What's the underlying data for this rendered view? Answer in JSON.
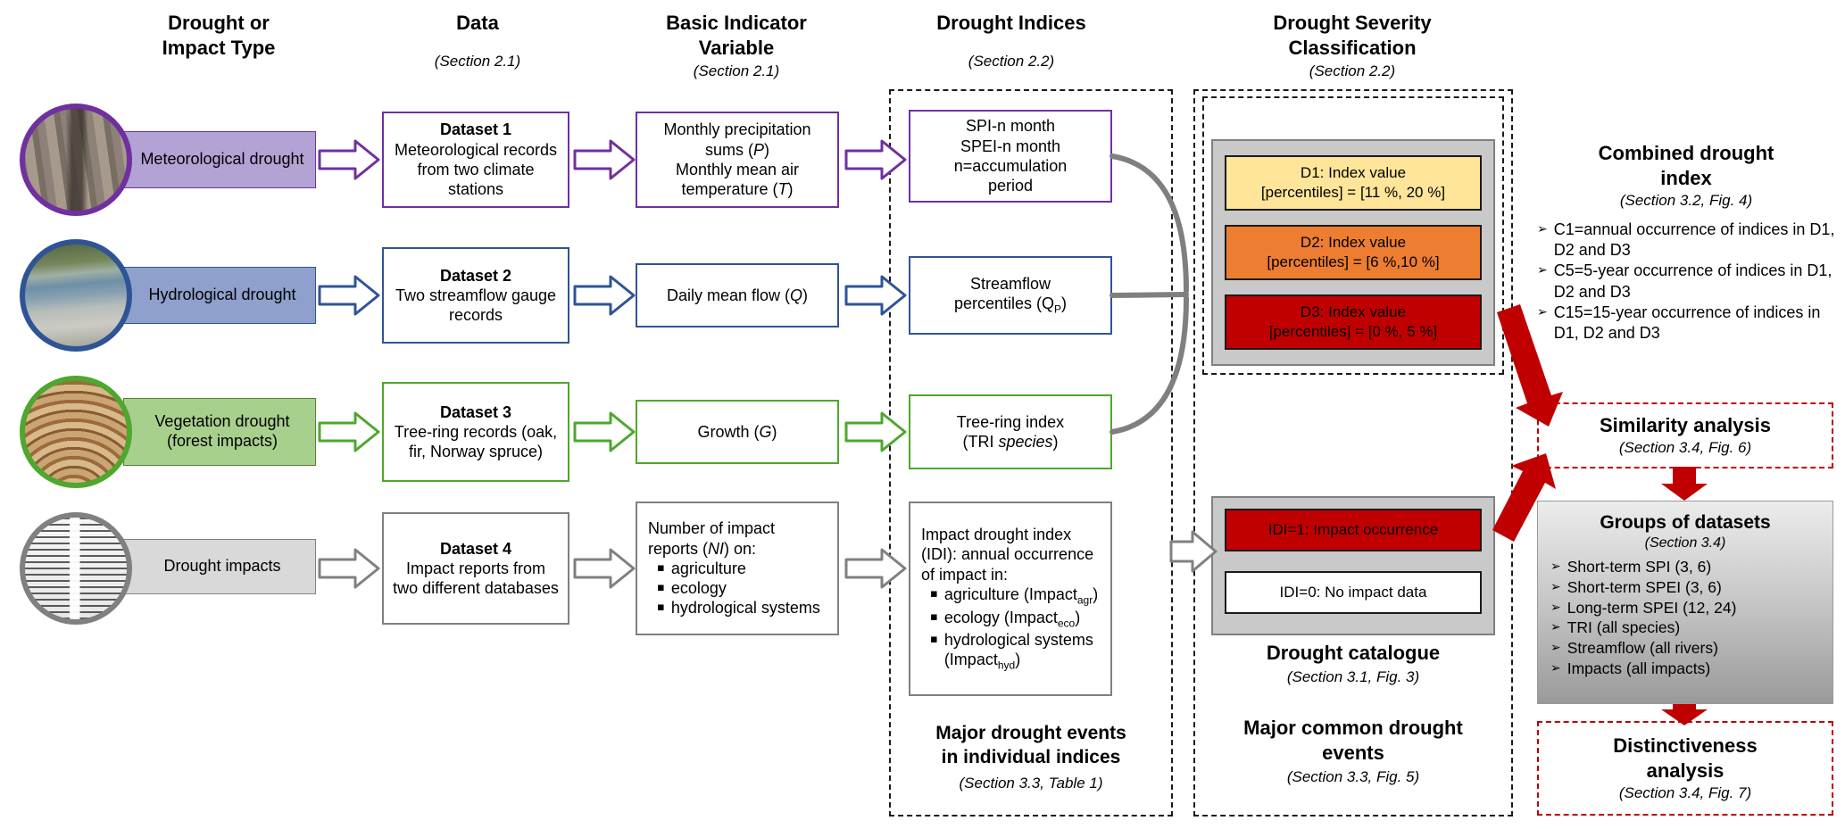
{
  "headers": {
    "col1": {
      "l1": "Drought or",
      "l2": "Impact Type"
    },
    "col2": {
      "l1": "Data",
      "section": "(Section 2.1)"
    },
    "col3": {
      "l1": "Basic Indicator",
      "l2": "Variable",
      "section": "(Section 2.1)"
    },
    "col4": {
      "l1": "Drought Indices",
      "section": "(Section 2.2)"
    },
    "col5": {
      "l1": "Drought Severity",
      "l2": "Classification",
      "section": "(Section 2.2)"
    }
  },
  "rows": [
    {
      "type_label": "Meteorological drought",
      "photo": "cobblestone-street",
      "dataset": {
        "title": "Dataset 1",
        "desc": "Meteorological records from two climate stations"
      },
      "indicator": {
        "line1_pre": "Monthly precipitation sums (",
        "line1_it": "P",
        "line1_post": ")",
        "line2_pre": "Monthly mean air temperature (",
        "line2_it": "T",
        "line2_post": ")"
      },
      "index": {
        "l1": "SPI-n month",
        "l2": "SPEI-n month",
        "l3": "n=accumulation period"
      }
    },
    {
      "type_label": "Hydrological drought",
      "photo": "river-with-stones",
      "dataset": {
        "title": "Dataset 2",
        "desc": "Two streamflow gauge records"
      },
      "indicator": {
        "pre": "Daily mean flow (",
        "it": "Q",
        "post": ")"
      },
      "index": {
        "l1": "Streamflow",
        "l2_pre": "percentiles (Q",
        "l2_sub": "P",
        "l2_post": ")"
      }
    },
    {
      "type_label": "Vegetation drought (forest impacts)",
      "photo": "tree-rings",
      "dataset": {
        "title": "Dataset 3",
        "desc": "Tree-ring records (oak, fir, Norway spruce)"
      },
      "indicator": {
        "pre": "Growth (",
        "it": "G",
        "post": ")"
      },
      "index": {
        "l1": "Tree-ring index",
        "l2_pre": "(TRI ",
        "l2_it": "species",
        "l2_post": ")"
      }
    },
    {
      "type_label": "Drought impacts",
      "photo": "impact-report-text",
      "dataset": {
        "title": "Dataset 4",
        "desc": "Impact reports from two different databases"
      },
      "indicator": {
        "head_pre": "Number of impact reports (",
        "head_it": "NI",
        "head_post": ") on:",
        "bullet": "▪",
        "items": [
          "agriculture",
          "ecology",
          "hydrological systems"
        ]
      },
      "index": {
        "head": "Impact drought index (IDI): annual occurrence of impact in:",
        "bullet": "▪",
        "items": [
          {
            "pre": "agriculture (Impact",
            "sub": "agr",
            "post": ")"
          },
          {
            "pre": "ecology (Impact",
            "sub": "eco",
            "post": ")"
          },
          {
            "pre": "hydrological systems (Impact",
            "sub": "hyd",
            "post": ")"
          }
        ]
      }
    }
  ],
  "indices_panel": {
    "footer_l1": "Major drought events",
    "footer_l2": "in individual indices",
    "footer_section": "(Section 3.3, Table 1)"
  },
  "severity_panel": {
    "d_boxes": [
      {
        "l1": "D1: Index value",
        "l2": "[percentiles] = [11 %, 20 %]"
      },
      {
        "l1": "D2: Index value",
        "l2": "[percentiles] = [6 %,10 %]"
      },
      {
        "l1": "D3: Index value",
        "l2": "[percentiles] = [0 %, 5 %]"
      }
    ],
    "idi1": "IDI=1: Impact occurrence",
    "idi0": "IDI=0: No impact data",
    "catalogue_title": "Drought catalogue",
    "catalogue_section": "(Section 3.1, Fig. 3)",
    "events_l1": "Major common drought",
    "events_l2": "events",
    "events_section": "(Section 3.3, Fig. 5)"
  },
  "combined_index": {
    "title_l1": "Combined drought",
    "title_l2": "index",
    "section": "(Section 3.2, Fig. 4)",
    "bullet": "➢",
    "items": [
      "C1=annual occurrence of indices in D1, D2 and D3",
      "C5=5-year occurrence of indices in D1, D2 and D3",
      "C15=15-year occurrence of indices in D1, D2 and D3"
    ]
  },
  "similarity": {
    "title": "Similarity analysis",
    "section": "(Section 3.4, Fig. 6)"
  },
  "groups": {
    "title": "Groups of datasets",
    "section": "(Section 3.4)",
    "bullet": "➢",
    "items": [
      "Short-term SPI (3, 6)",
      "Short-term SPEI (3, 6)",
      "Long-term SPEI (12, 24)",
      "TRI (all species)",
      "Streamflow (all rivers)",
      "Impacts (all impacts)"
    ]
  },
  "distinctiveness": {
    "title_l1": "Distinctiveness",
    "title_l2": "analysis",
    "section": "(Section 3.4, Fig. 7)"
  },
  "colors": {
    "meteorological": "#7030A0",
    "hydrological": "#2F5496",
    "vegetation": "#4EA72E",
    "impacts": "#808080",
    "d1_fill": "#FFE599",
    "d2_fill": "#ED7D31",
    "d3_fill": "#C00000",
    "idi1_fill": "#C00000",
    "accent_red": "#C00000"
  }
}
